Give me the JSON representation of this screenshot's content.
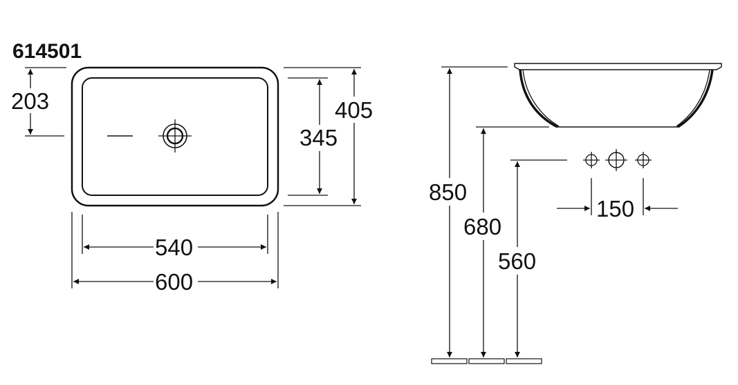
{
  "model_number": "614501",
  "top_view": {
    "dim_drain_offset": "203",
    "dim_outer_depth": "405",
    "dim_inner_depth": "345",
    "dim_inner_width": "540",
    "dim_outer_width": "600"
  },
  "side_view": {
    "dim_rim_height": "850",
    "dim_bowl_bottom_height": "680",
    "dim_tap_height": "560",
    "dim_tap_spacing": "150"
  }
}
